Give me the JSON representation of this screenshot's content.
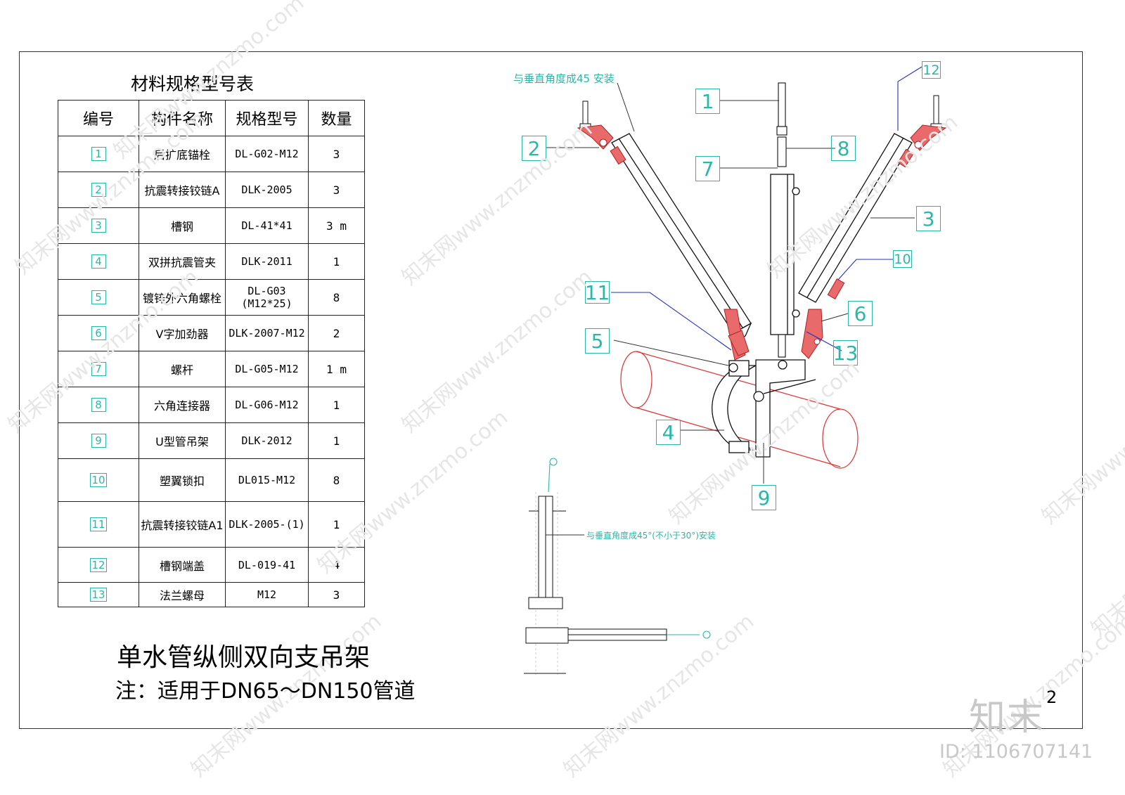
{
  "table": {
    "title": "材料规格型号表",
    "headers": [
      "编号",
      "构件名称",
      "规格型号",
      "数量"
    ],
    "rows": [
      {
        "no": "1",
        "name": "后扩底锚栓",
        "model": "DL-G02-M12",
        "qty": "3"
      },
      {
        "no": "2",
        "name": "抗震转接铰链A",
        "model": "DLK-2005",
        "qty": "3"
      },
      {
        "no": "3",
        "name": "槽钢",
        "model": "DL-41*41",
        "qty": "3 m"
      },
      {
        "no": "4",
        "name": "双拼抗震管夹",
        "model": "DLK-2011",
        "qty": "1"
      },
      {
        "no": "5",
        "name": "镀锌外六角螺栓",
        "model": "DL-G03\n(M12*25)",
        "qty": "8"
      },
      {
        "no": "6",
        "name": "V字加劲器",
        "model": "DLK-2007-M12",
        "qty": "2"
      },
      {
        "no": "7",
        "name": "螺杆",
        "model": "DL-G05-M12",
        "qty": "1 m"
      },
      {
        "no": "8",
        "name": "六角连接器",
        "model": "DL-G06-M12",
        "qty": "1"
      },
      {
        "no": "9",
        "name": "U型管吊架",
        "model": "DLK-2012",
        "qty": "1"
      },
      {
        "no": "10",
        "name": "塑翼锁扣",
        "model": "DL015-M12",
        "qty": "8"
      },
      {
        "no": "11",
        "name": "抗震转接铰链A1",
        "model": "DLK-2005-(1)",
        "qty": "1"
      },
      {
        "no": "12",
        "name": "槽钢端盖",
        "model": "DL-019-41",
        "qty": "4"
      },
      {
        "no": "13",
        "name": "法兰螺母",
        "model": "M12",
        "qty": "3"
      }
    ]
  },
  "drawing": {
    "title": "单水管纵侧双向支吊架",
    "note": "注：适用于DN65～DN150管道",
    "annotation_top": "与垂直角度成45 安装",
    "annotation_side": "与垂直角度成45°(不小于30°)安装",
    "callouts": [
      "1",
      "2",
      "3",
      "4",
      "5",
      "6",
      "7",
      "8",
      "9",
      "10",
      "11",
      "12",
      "13"
    ],
    "page_number": "2"
  },
  "watermark": {
    "logo": "知末",
    "id": "ID: 1106707141",
    "text": "知末网www.znzmo.com"
  },
  "colors": {
    "callout": "#28b8a8",
    "pipe": "#e03030",
    "leader_blue": "#2030c0",
    "hinge_fill": "#e86a6a"
  }
}
